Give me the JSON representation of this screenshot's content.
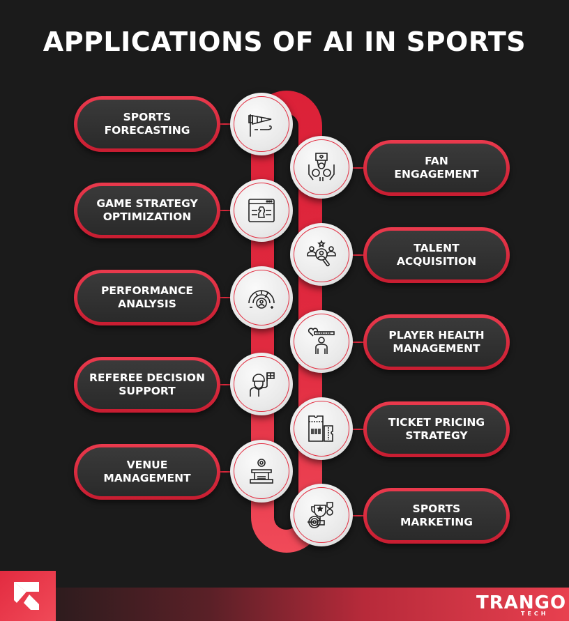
{
  "title": "APPLICATIONS OF AI IN SPORTS",
  "colors": {
    "background": "#1b1b1b",
    "accent_red": "#e32a3e",
    "pill_fill": "#333333",
    "circle_fill": "#eeeeee",
    "text": "#ffffff"
  },
  "left_items": [
    {
      "label": "SPORTS\nFORECASTING",
      "icon": "windsock-icon"
    },
    {
      "label": "GAME STRATEGY\nOPTIMIZATION",
      "icon": "chess-strategy-icon"
    },
    {
      "label": "PERFORMANCE\nANALYSIS",
      "icon": "performance-gauge-icon"
    },
    {
      "label": "REFEREE DECISION\nSUPPORT",
      "icon": "referee-flag-icon"
    },
    {
      "label": "VENUE\nMANAGEMENT",
      "icon": "venue-gear-icon"
    }
  ],
  "right_items": [
    {
      "label": "FAN\nENGAGEMENT",
      "icon": "fans-cheering-icon"
    },
    {
      "label": "TALENT\nACQUISITION",
      "icon": "talent-search-icon"
    },
    {
      "label": "PLAYER HEALTH\nMANAGEMENT",
      "icon": "player-health-icon"
    },
    {
      "label": "TICKET PRICING\nSTRATEGY",
      "icon": "ticket-icon"
    },
    {
      "label": "SPORTS\nMARKETING",
      "icon": "trophy-target-icon"
    }
  ],
  "footer": {
    "brand": "TRANGO",
    "brand_sub": "TECH",
    "logo_icon": "arrow-up-left-icon"
  }
}
